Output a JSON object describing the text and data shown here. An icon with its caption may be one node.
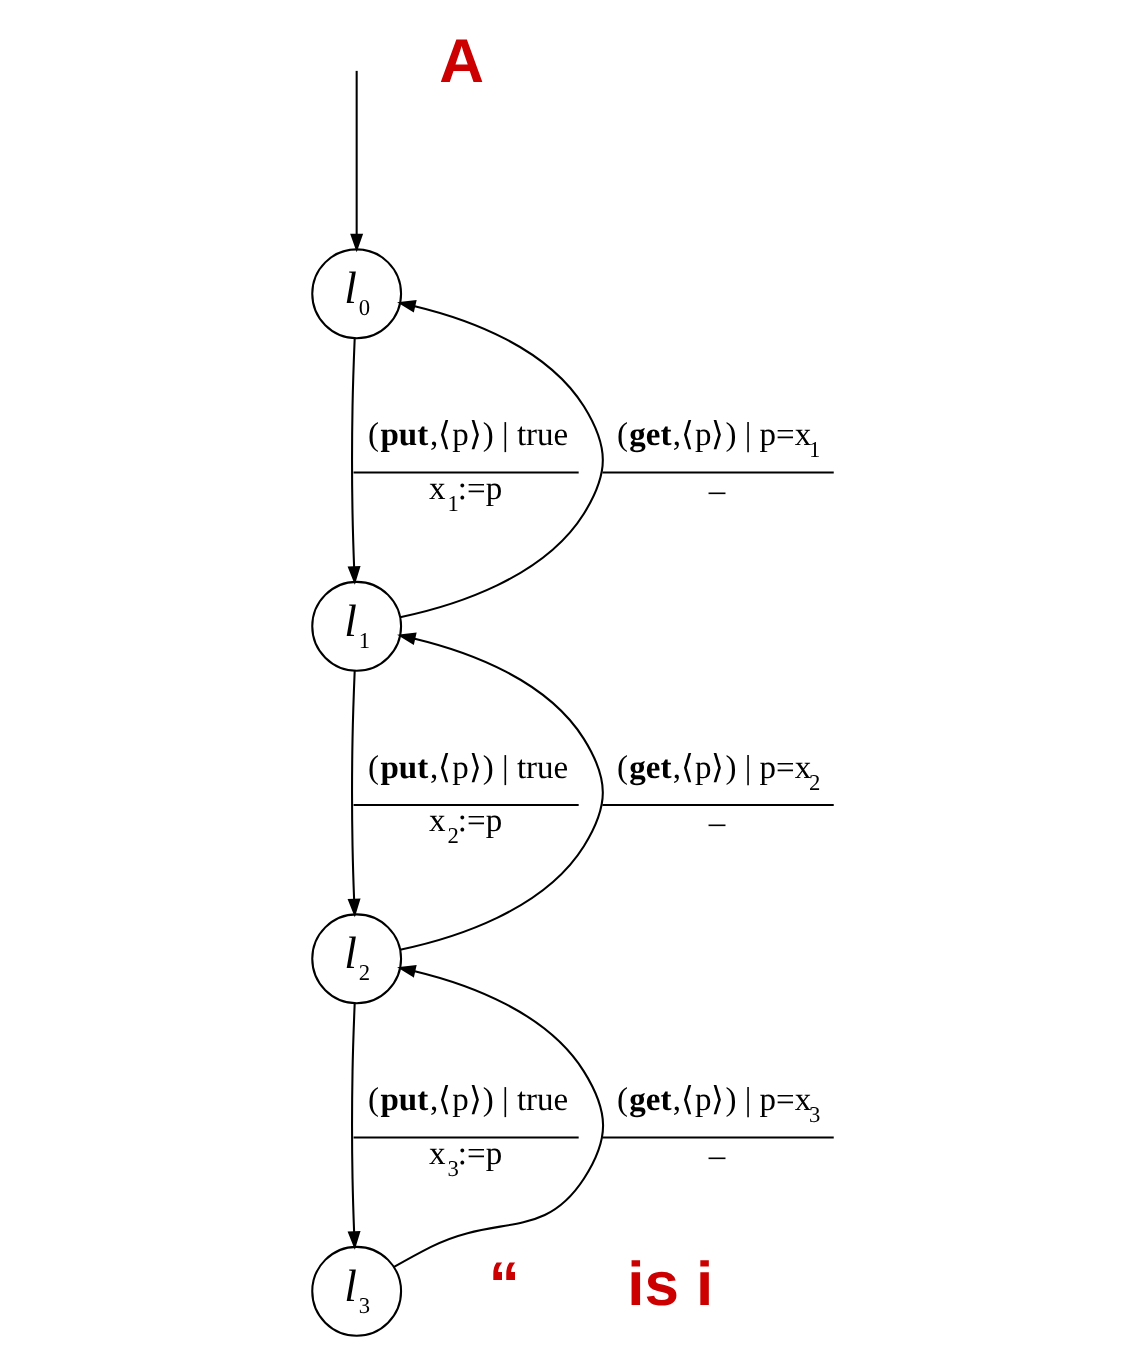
{
  "diagram": {
    "nodes": [
      {
        "text": [
          "*l*$_{0}$"
        ]
      },
      {
        "text": [
          "*l*$_{1}$"
        ]
      },
      {
        "text": [
          "*l*$_{2}$"
        ]
      },
      {
        "text": [
          "*l*$_{3}$"
        ]
      }
    ],
    "edges": [
      {
        "from": null,
        "to": 0,
        "arrow": "to"
      },
      {
        "from": 0,
        "to": 1,
        "arrow": "to",
        "label": "(**put**,⟨p⟩) | true x$_{1}$:=p"
      },
      {
        "from": 1,
        "to": 0,
        "arrow": "to",
        "label": "(**get**,⟨p⟩) | p=x$_{1}$ –"
      },
      {
        "from": 1,
        "to": 2,
        "arrow": "to",
        "label": "(**put**,⟨p⟩) | true x$_{2}$:=p"
      },
      {
        "from": 2,
        "to": 1,
        "arrow": "to",
        "label": "(**get**,⟨p⟩) | p=x$_{2}$ –"
      },
      {
        "from": 2,
        "to": 3,
        "arrow": "to",
        "label": "(**put**,⟨p⟩) | true x$_{3}$:=p"
      },
      {
        "from": 3,
        "to": 2,
        "arrow": "to",
        "label": "(**get**,⟨p⟩) | p=x$_{3}$ –"
      }
    ],
    "labels": [
      "A",
      "“",
      "is i"
    ]
  }
}
